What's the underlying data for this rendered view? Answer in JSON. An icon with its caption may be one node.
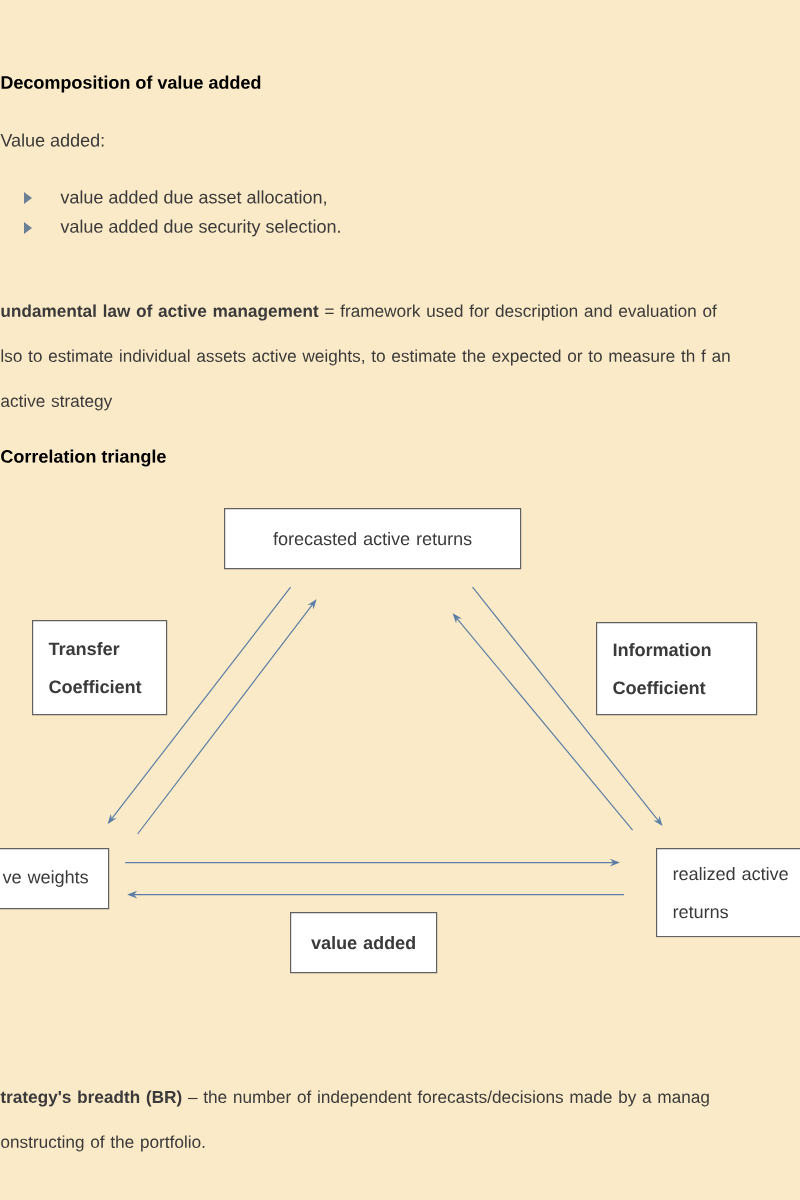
{
  "diagram": {
    "nodes": [
      {
        "text": [
          "forecasted active returns"
        ]
      },
      {
        "text": [
          "Transfer Coefficient"
        ]
      },
      {
        "text": [
          "Information Coefficient"
        ]
      },
      {
        "text": [
          "ve weights"
        ]
      },
      {
        "text": [
          "realized active returns"
        ]
      },
      {
        "text": [
          "value added"
        ]
      }
    ],
    "edges": [
      {
        "from": 0,
        "to": 3,
        "arrow": "to"
      },
      {
        "from": 3,
        "to": 0,
        "arrow": "to"
      },
      {
        "from": 4,
        "to": 0,
        "arrow": "to"
      },
      {
        "from": 0,
        "to": 4,
        "arrow": "to"
      },
      {
        "from": 3,
        "to": 4,
        "arrow": "to"
      },
      {
        "from": 4,
        "to": 3,
        "arrow": "to"
      }
    ],
    "labels": [
      "Decomposition of value added",
      "Value added:",
      "value added due asset allocation,",
      "value added due security selection.",
      "**undamental law of active management** = framework used for description and evaluation of lso to estimate individual assets active weights, to estimate the expected or to measure th f an active strategy",
      "Correlation triangle",
      "**trategy's breadth (BR)** – the number of independent forecasts/decisions made by a manag onstructing of the portfolio."
    ]
  }
}
